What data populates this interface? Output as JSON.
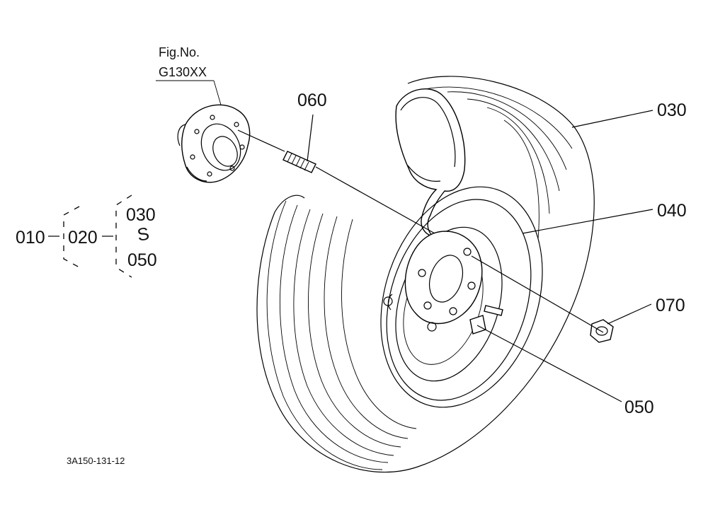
{
  "figure_ref": {
    "caption": "Fig.No.",
    "number": "G130XX"
  },
  "parts": {
    "p060": "060",
    "p030": "030",
    "p040": "040",
    "p070": "070",
    "p050": "050"
  },
  "hierarchy": {
    "root": "010",
    "mid": "020",
    "top": "030",
    "range_symbol": "S",
    "bottom": "050"
  },
  "drawing_code": "3A150-131-12"
}
